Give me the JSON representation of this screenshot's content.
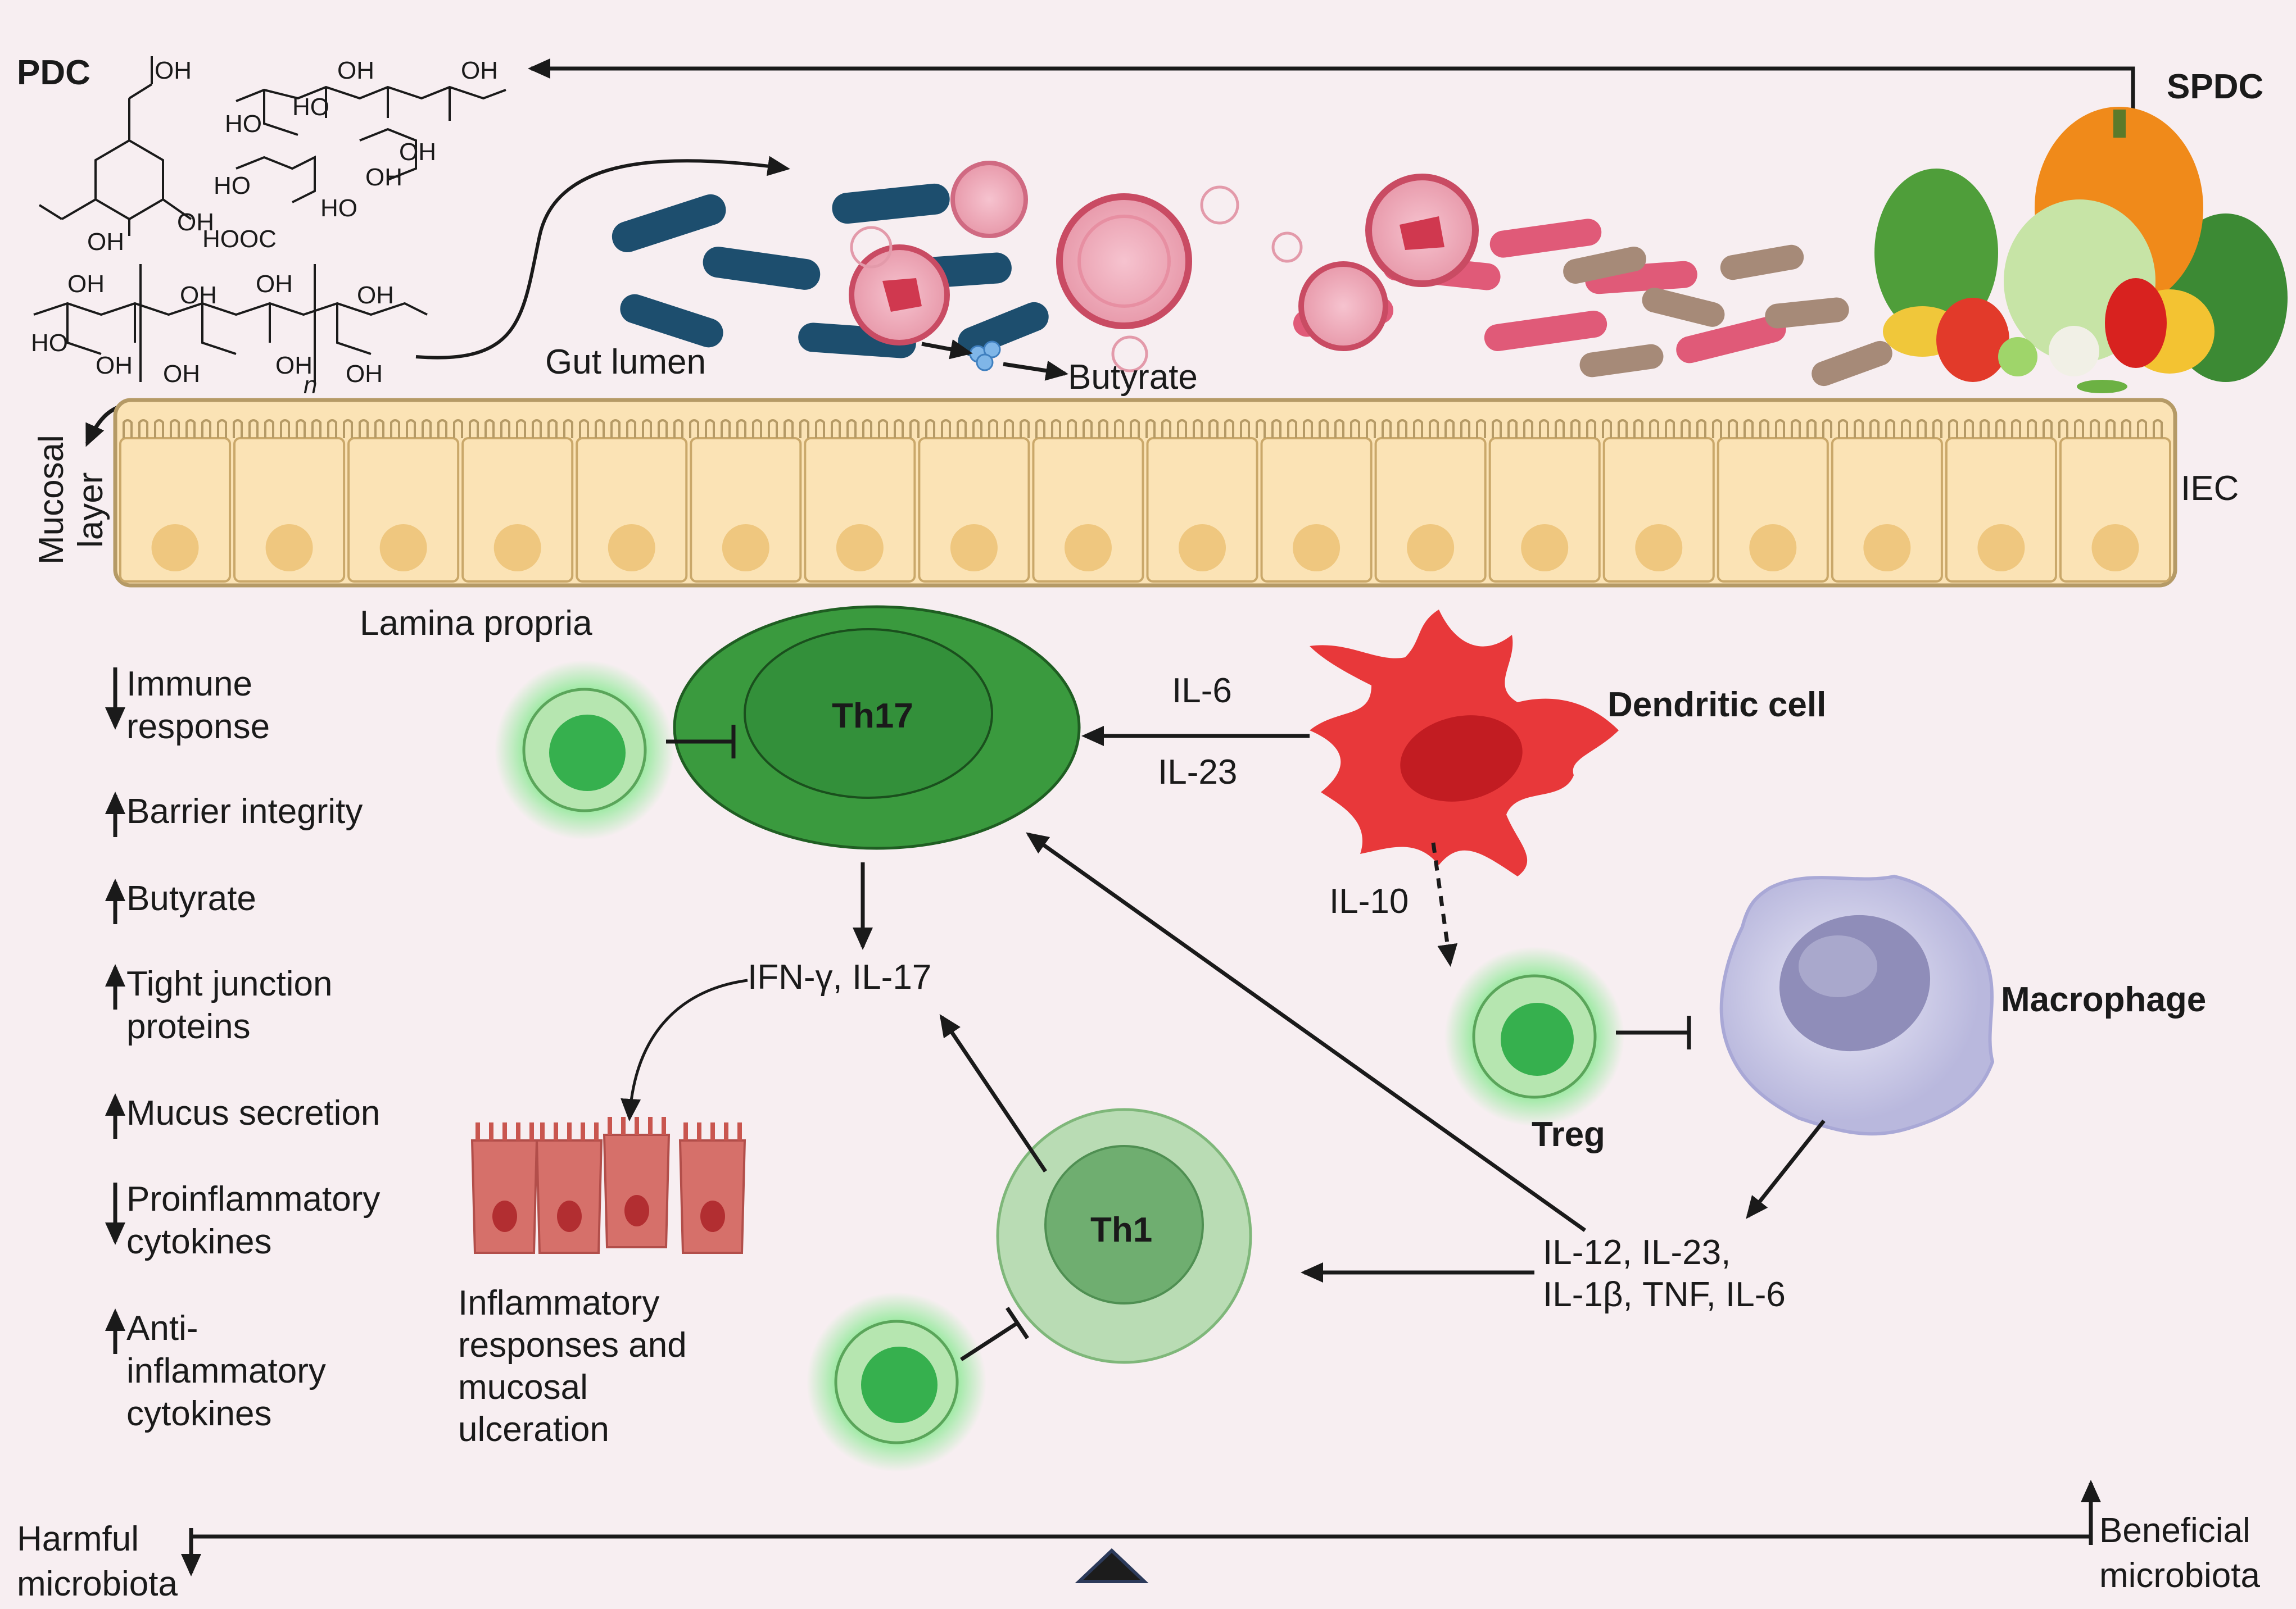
{
  "labels": {
    "pdc": "PDC",
    "spdc": "SPDC",
    "gut_lumen": "Gut lumen",
    "butyrate": "Butyrate",
    "mucosal_line1": "Mucosal",
    "mucosal_line2": "layer",
    "iec": "IEC",
    "lamina_propria": "Lamina propria",
    "th17": "Th17",
    "th1": "Th1",
    "treg": "Treg",
    "dendritic_cell": "Dendritic cell",
    "macrophage": "Macrophage",
    "il6": "IL-6",
    "il23": "IL-23",
    "il10": "IL-10",
    "ifn_il17": "IFN-γ, IL-17",
    "cytokines_line1": "IL-12, IL-23,",
    "cytokines_line2": "IL-1β, TNF, IL-6",
    "inflam_line1": "Inflammatory",
    "inflam_line2": "responses and",
    "inflam_line3": "mucosal",
    "inflam_line4": "ulceration",
    "harmful_line1": "Harmful",
    "harmful_line2": "microbiota",
    "beneficial_line1": "Beneficial",
    "beneficial_line2": "microbiota"
  },
  "effects": [
    {
      "direction": "down",
      "line1": "Immune",
      "line2": "response"
    },
    {
      "direction": "up",
      "line1": "Barrier integrity",
      "line2": ""
    },
    {
      "direction": "up",
      "line1": "Butyrate",
      "line2": ""
    },
    {
      "direction": "up",
      "line1": "Tight junction",
      "line2": "proteins"
    },
    {
      "direction": "up",
      "line1": "Mucus secretion",
      "line2": ""
    },
    {
      "direction": "down",
      "line1": "Proinflammatory",
      "line2": "cytokines"
    },
    {
      "direction": "up",
      "line1": "Anti-",
      "line2": "inflammatory",
      "line3": "cytokines"
    }
  ],
  "chem": {
    "oh": "OH",
    "ho": "HO",
    "hooc": "HOOC",
    "n": "n"
  },
  "colors": {
    "background": "#f7eef1",
    "th17": "#3a9a3e",
    "th1": "#b9dcb4",
    "treg_glow": "#5ee06a",
    "dendritic": "#e8383a",
    "macrophage": "#c7c6e6",
    "iec": "#fbe3b5",
    "rod_blue": "#1d4e6e",
    "rod_pink": "#e05a78",
    "rod_brown": "#a68a78"
  }
}
